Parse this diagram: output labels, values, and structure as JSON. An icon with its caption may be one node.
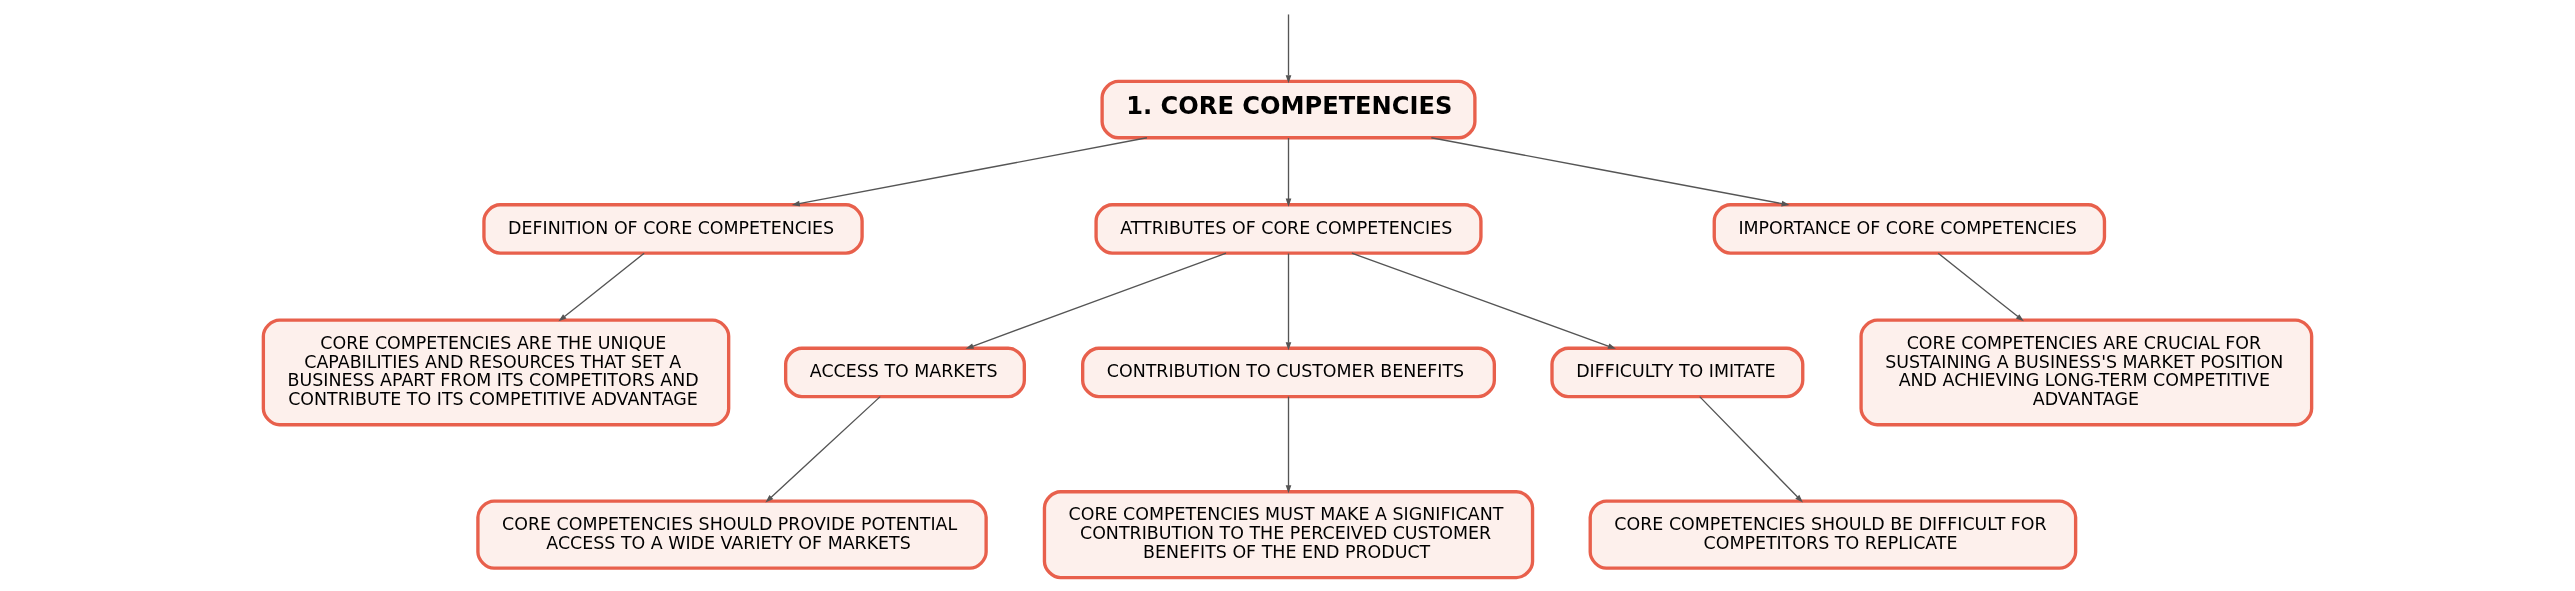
{
  "diagram": {
    "nodes": [
      {
        "text": [
          "1. CORE COMPETENCIES"
        ]
      },
      {
        "text": [
          "DEFINITION OF CORE COMPETENCIES"
        ]
      },
      {
        "text": [
          "CORE COMPETENCIES ARE THE UNIQUE CAPABILITIES AND RESOURCES THAT SET A BUSINESS APART FROM ITS COMPETITORS AND CONTRIBUTE TO ITS COMPETITIVE ADVANTAGE"
        ]
      },
      {
        "text": [
          "ATTRIBUTES OF CORE COMPETENCIES"
        ]
      },
      {
        "text": [
          "ACCESS TO MARKETS"
        ]
      },
      {
        "text": [
          "CORE COMPETENCIES SHOULD PROVIDE POTENTIAL ACCESS TO A WIDE VARIETY OF MARKETS"
        ]
      },
      {
        "text": [
          "CONTRIBUTION TO CUSTOMER BENEFITS"
        ]
      },
      {
        "text": [
          "CORE COMPETENCIES MUST MAKE A SIGNIFICANT CONTRIBUTION TO THE PERCEIVED CUSTOMER BENEFITS OF THE END PRODUCT"
        ]
      },
      {
        "text": [
          "DIFFICULTY TO IMITATE"
        ]
      },
      {
        "text": [
          "CORE COMPETENCIES SHOULD BE DIFFICULT FOR COMPETITORS TO REPLICATE"
        ]
      },
      {
        "text": [
          "IMPORTANCE OF CORE COMPETENCIES"
        ]
      },
      {
        "text": [
          "CORE COMPETENCIES ARE CRUCIAL FOR SUSTAINING A BUSINESS'S MARKET POSITION AND ACHIEVING LONG-TERM COMPETITIVE ADVANTAGE"
        ]
      }
    ],
    "edges": [
      {
        "from": null,
        "to": 0,
        "arrow": "to"
      },
      {
        "from": 0,
        "to": 1,
        "arrow": "to"
      },
      {
        "from": 0,
        "to": 3,
        "arrow": "to"
      },
      {
        "from": 0,
        "to": 10,
        "arrow": "to"
      },
      {
        "from": 1,
        "to": 2,
        "arrow": "to"
      },
      {
        "from": 3,
        "to": 4,
        "arrow": "to"
      },
      {
        "from": 3,
        "to": 6,
        "arrow": "to"
      },
      {
        "from": 3,
        "to": 8,
        "arrow": "to"
      },
      {
        "from": 4,
        "to": 5,
        "arrow": "to"
      },
      {
        "from": 6,
        "to": 7,
        "arrow": "to"
      },
      {
        "from": 8,
        "to": 9,
        "arrow": "to"
      },
      {
        "from": 10,
        "to": 11,
        "arrow": "to"
      }
    ]
  }
}
